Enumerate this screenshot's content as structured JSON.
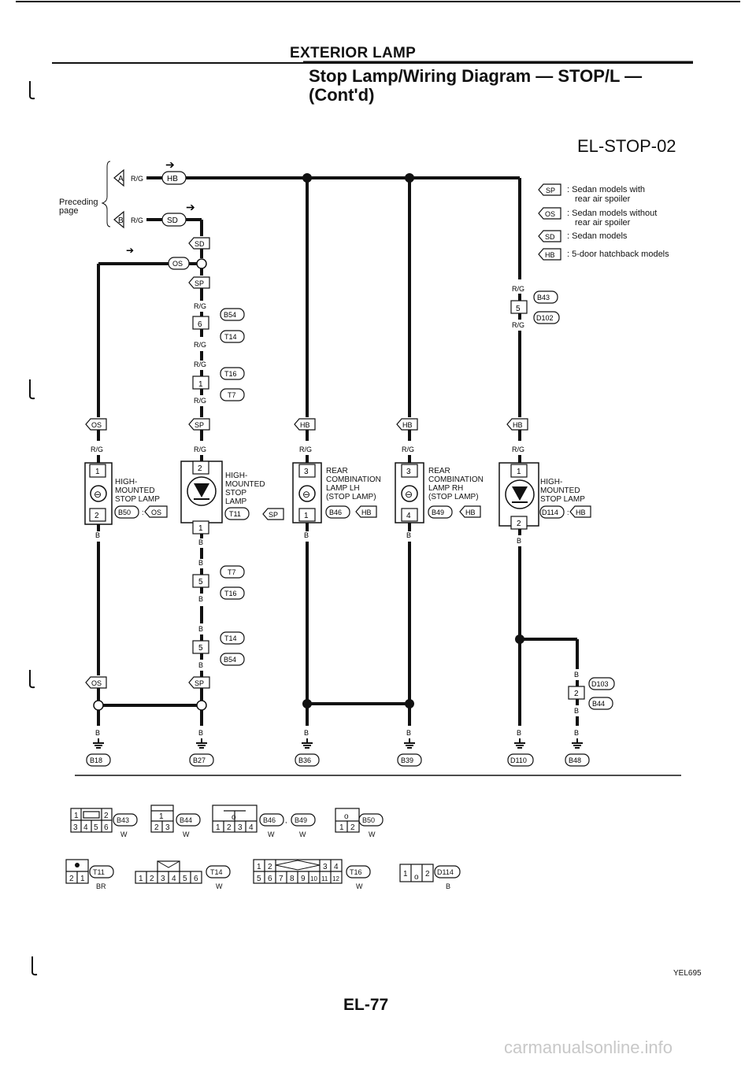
{
  "header": {
    "section": "EXTERIOR LAMP",
    "title_line1": "Stop Lamp/Wiring Diagram — STOP/L —",
    "title_line2": "(Cont'd)",
    "code": "EL-STOP-02"
  },
  "preceding": {
    "line1": "Preceding",
    "line2": "page"
  },
  "legend": [
    {
      "tag": "SP",
      "text1": ": Sedan models with",
      "text2": "rear air spoiler"
    },
    {
      "tag": "OS",
      "text1": ": Sedan models without",
      "text2": "rear air spoiler"
    },
    {
      "tag": "SD",
      "text1": ": Sedan models",
      "text2": ""
    },
    {
      "tag": "HB",
      "text1": ": 5-door hatchback models",
      "text2": ""
    }
  ],
  "components": {
    "lamp1": {
      "line1": "HIGH-",
      "line2": "MOUNTED",
      "line3": "STOP LAMP"
    },
    "lamp2": {
      "line1": "HIGH-",
      "line2": "MOUNTED",
      "line3": "STOP",
      "line4": "LAMP"
    },
    "lamp3": {
      "line1": "REAR",
      "line2": "COMBINATION",
      "line3": "LAMP LH",
      "line4": "(STOP LAMP)"
    },
    "lamp4": {
      "line1": "REAR",
      "line2": "COMBINATION",
      "line3": "LAMP RH",
      "line4": "(STOP LAMP)"
    },
    "lamp5": {
      "line1": "HIGH-",
      "line2": "MOUNTED",
      "line3": "STOP LAMP"
    }
  },
  "footer": {
    "page": "EL-77",
    "ref": "YEL695",
    "watermark": "carmanualsonline.info"
  }
}
